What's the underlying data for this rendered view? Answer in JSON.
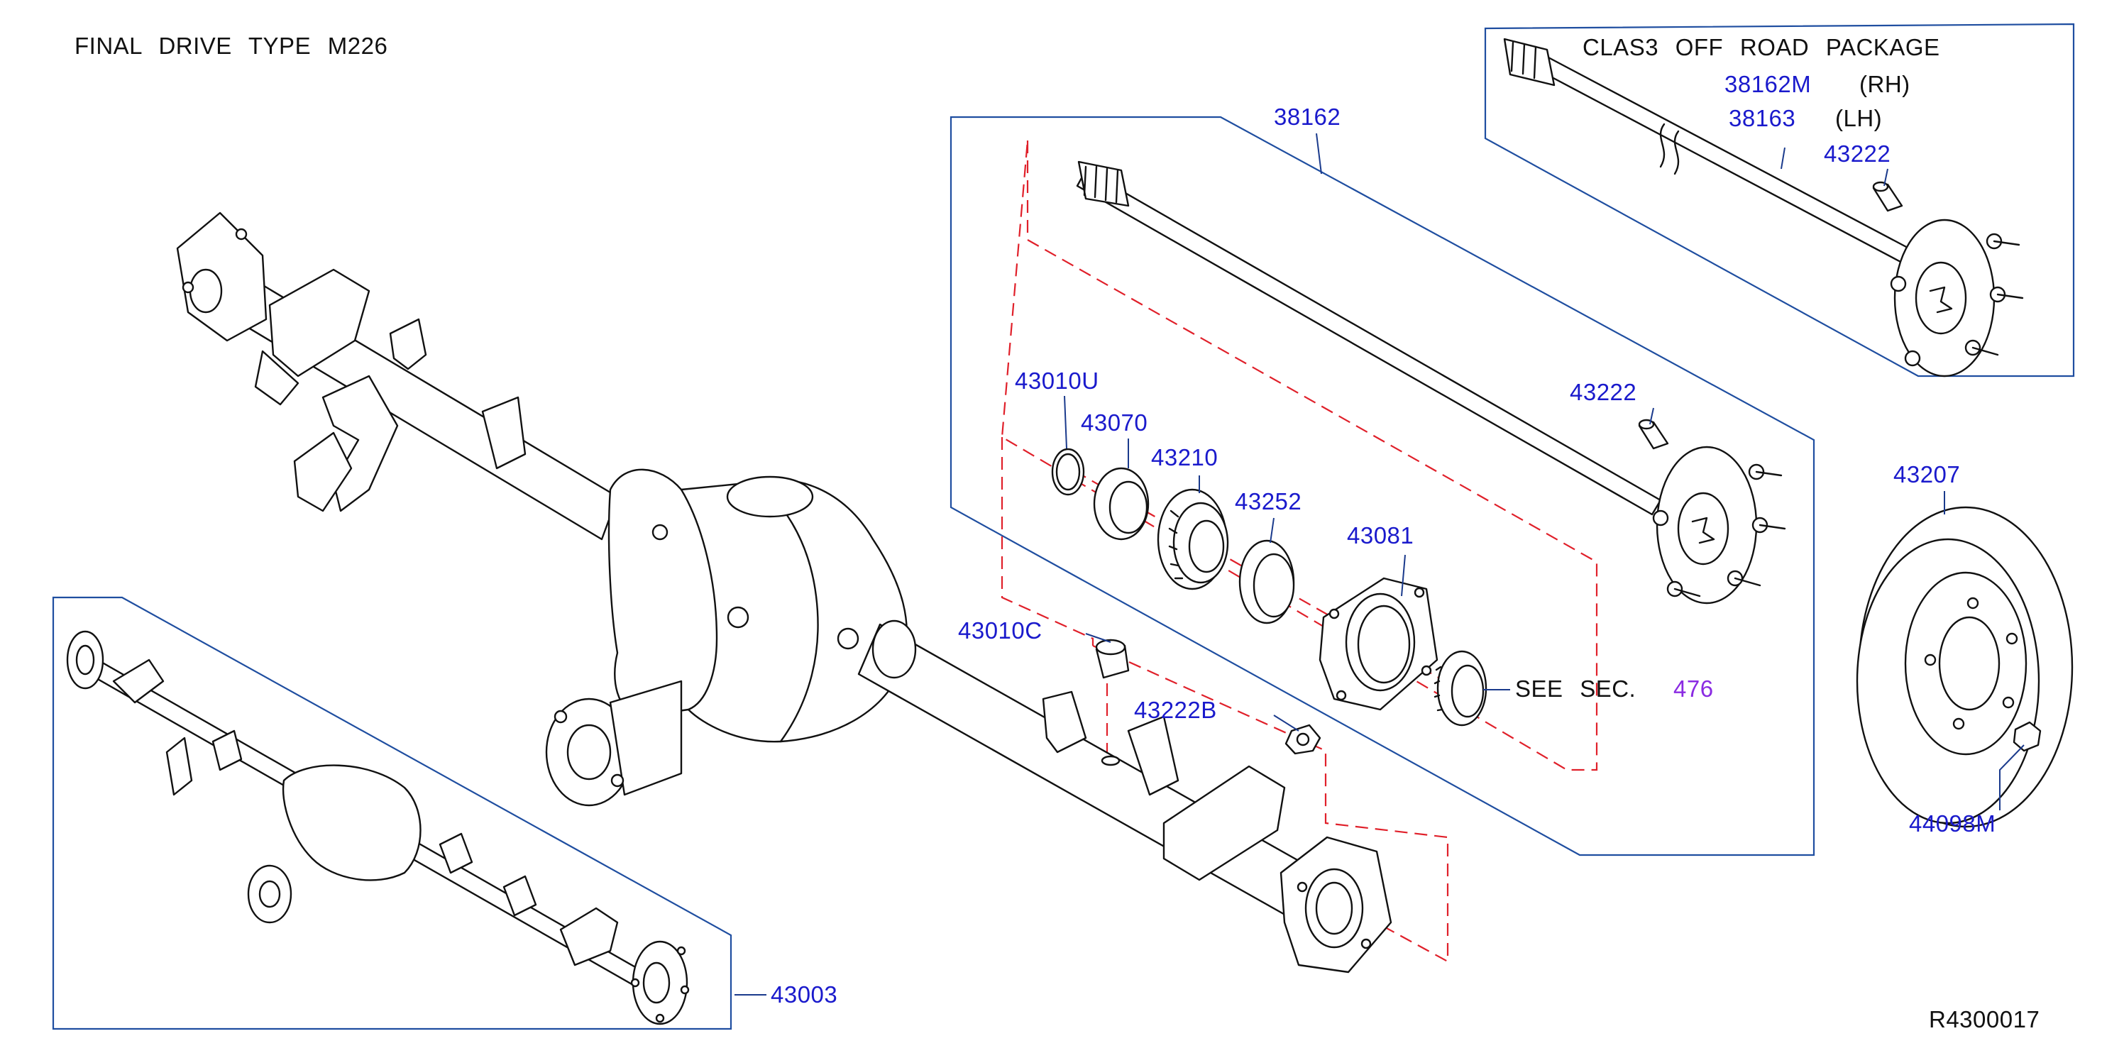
{
  "header": {
    "title": "FINAL DRIVE TYPE M226",
    "off_road_title": "CLAS3 OFF ROAD PACKAGE"
  },
  "colors": {
    "part_number": "#1a1acc",
    "section_ref": "#8a2be2",
    "frame_line": "#1f4ea0",
    "phantom_line": "#e0202a",
    "drawing_line": "#111111"
  },
  "callouts": {
    "axle_shaft": "38162",
    "axle_shaft_rh": "38162M",
    "axle_shaft_rh_side": "(RH)",
    "axle_shaft_lh": "38163",
    "axle_shaft_lh_side": "(LH)",
    "hub_bolt_offroad": "43222",
    "hub_bolt": "43222",
    "snap_ring": "43010U",
    "bearing_collar": "43070",
    "wheel_bearing": "43210",
    "oil_seal": "43252",
    "bearing_retainer": "43081",
    "breather": "43010C",
    "stud_nut": "43222B",
    "brake_rotor": "43207",
    "wheel_nut": "44098M",
    "axle_assembly": "43003",
    "see_section_text": "SEE SEC.",
    "see_section_number": "476"
  },
  "diagram_code": "R4300017"
}
